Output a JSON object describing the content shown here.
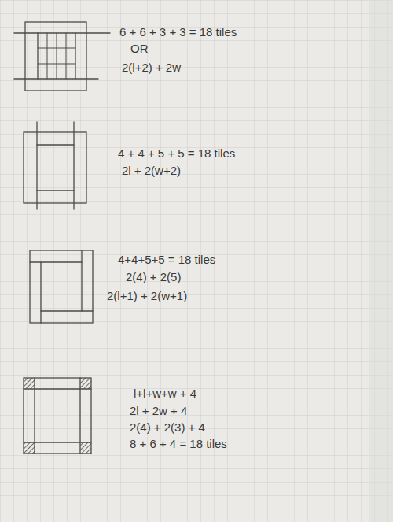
{
  "diagram": {
    "labels": [
      "6 + 6 + 3 + 3 = 18 tiles",
      "OR",
      "2(l+2) + 2w",
      "4 + 4 + 5 + 5 = 18 tiles",
      "2l + 2(w+2)",
      "4+4+5+5 = 18 tiles",
      "2(4) + 2(5)",
      "2(l+1) + 2(w+1)",
      "l+l+w+w + 4",
      "2l + 2w + 4",
      "2(4) + 2(3) + 4",
      "8 + 6 + 4 = 18 tiles"
    ]
  }
}
